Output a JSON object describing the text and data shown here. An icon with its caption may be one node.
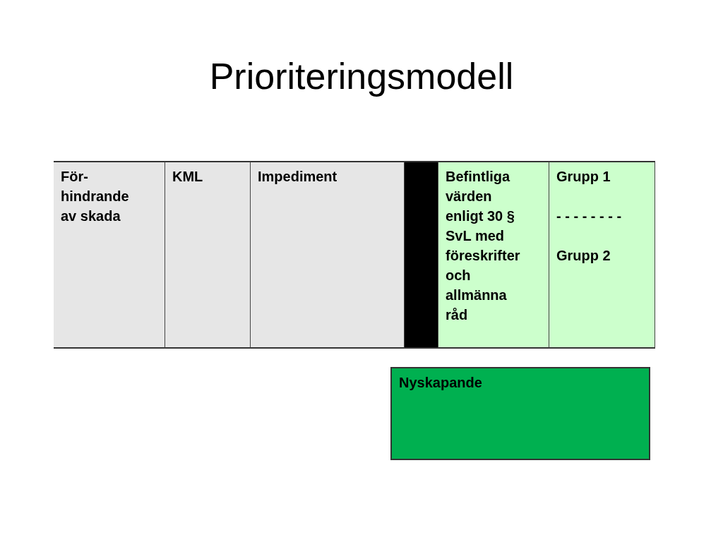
{
  "diagram": {
    "title": "Prioriteringsmodell",
    "nodes": [
      {
        "text": [
          "För- hindrande av skada"
        ]
      },
      {
        "text": [
          "KML"
        ]
      },
      {
        "text": [
          "Impediment"
        ]
      },
      {
        "text": [],
        "shape": "bar"
      },
      {
        "text": [
          "Befintliga värden enligt 30 § SvL med föreskrifter och allmänna råd"
        ]
      },
      {
        "text": [
          "Grupp 1",
          "- - - - - - - -",
          "Grupp 2"
        ]
      },
      {
        "text": [
          "Nyskapande"
        ]
      }
    ]
  }
}
